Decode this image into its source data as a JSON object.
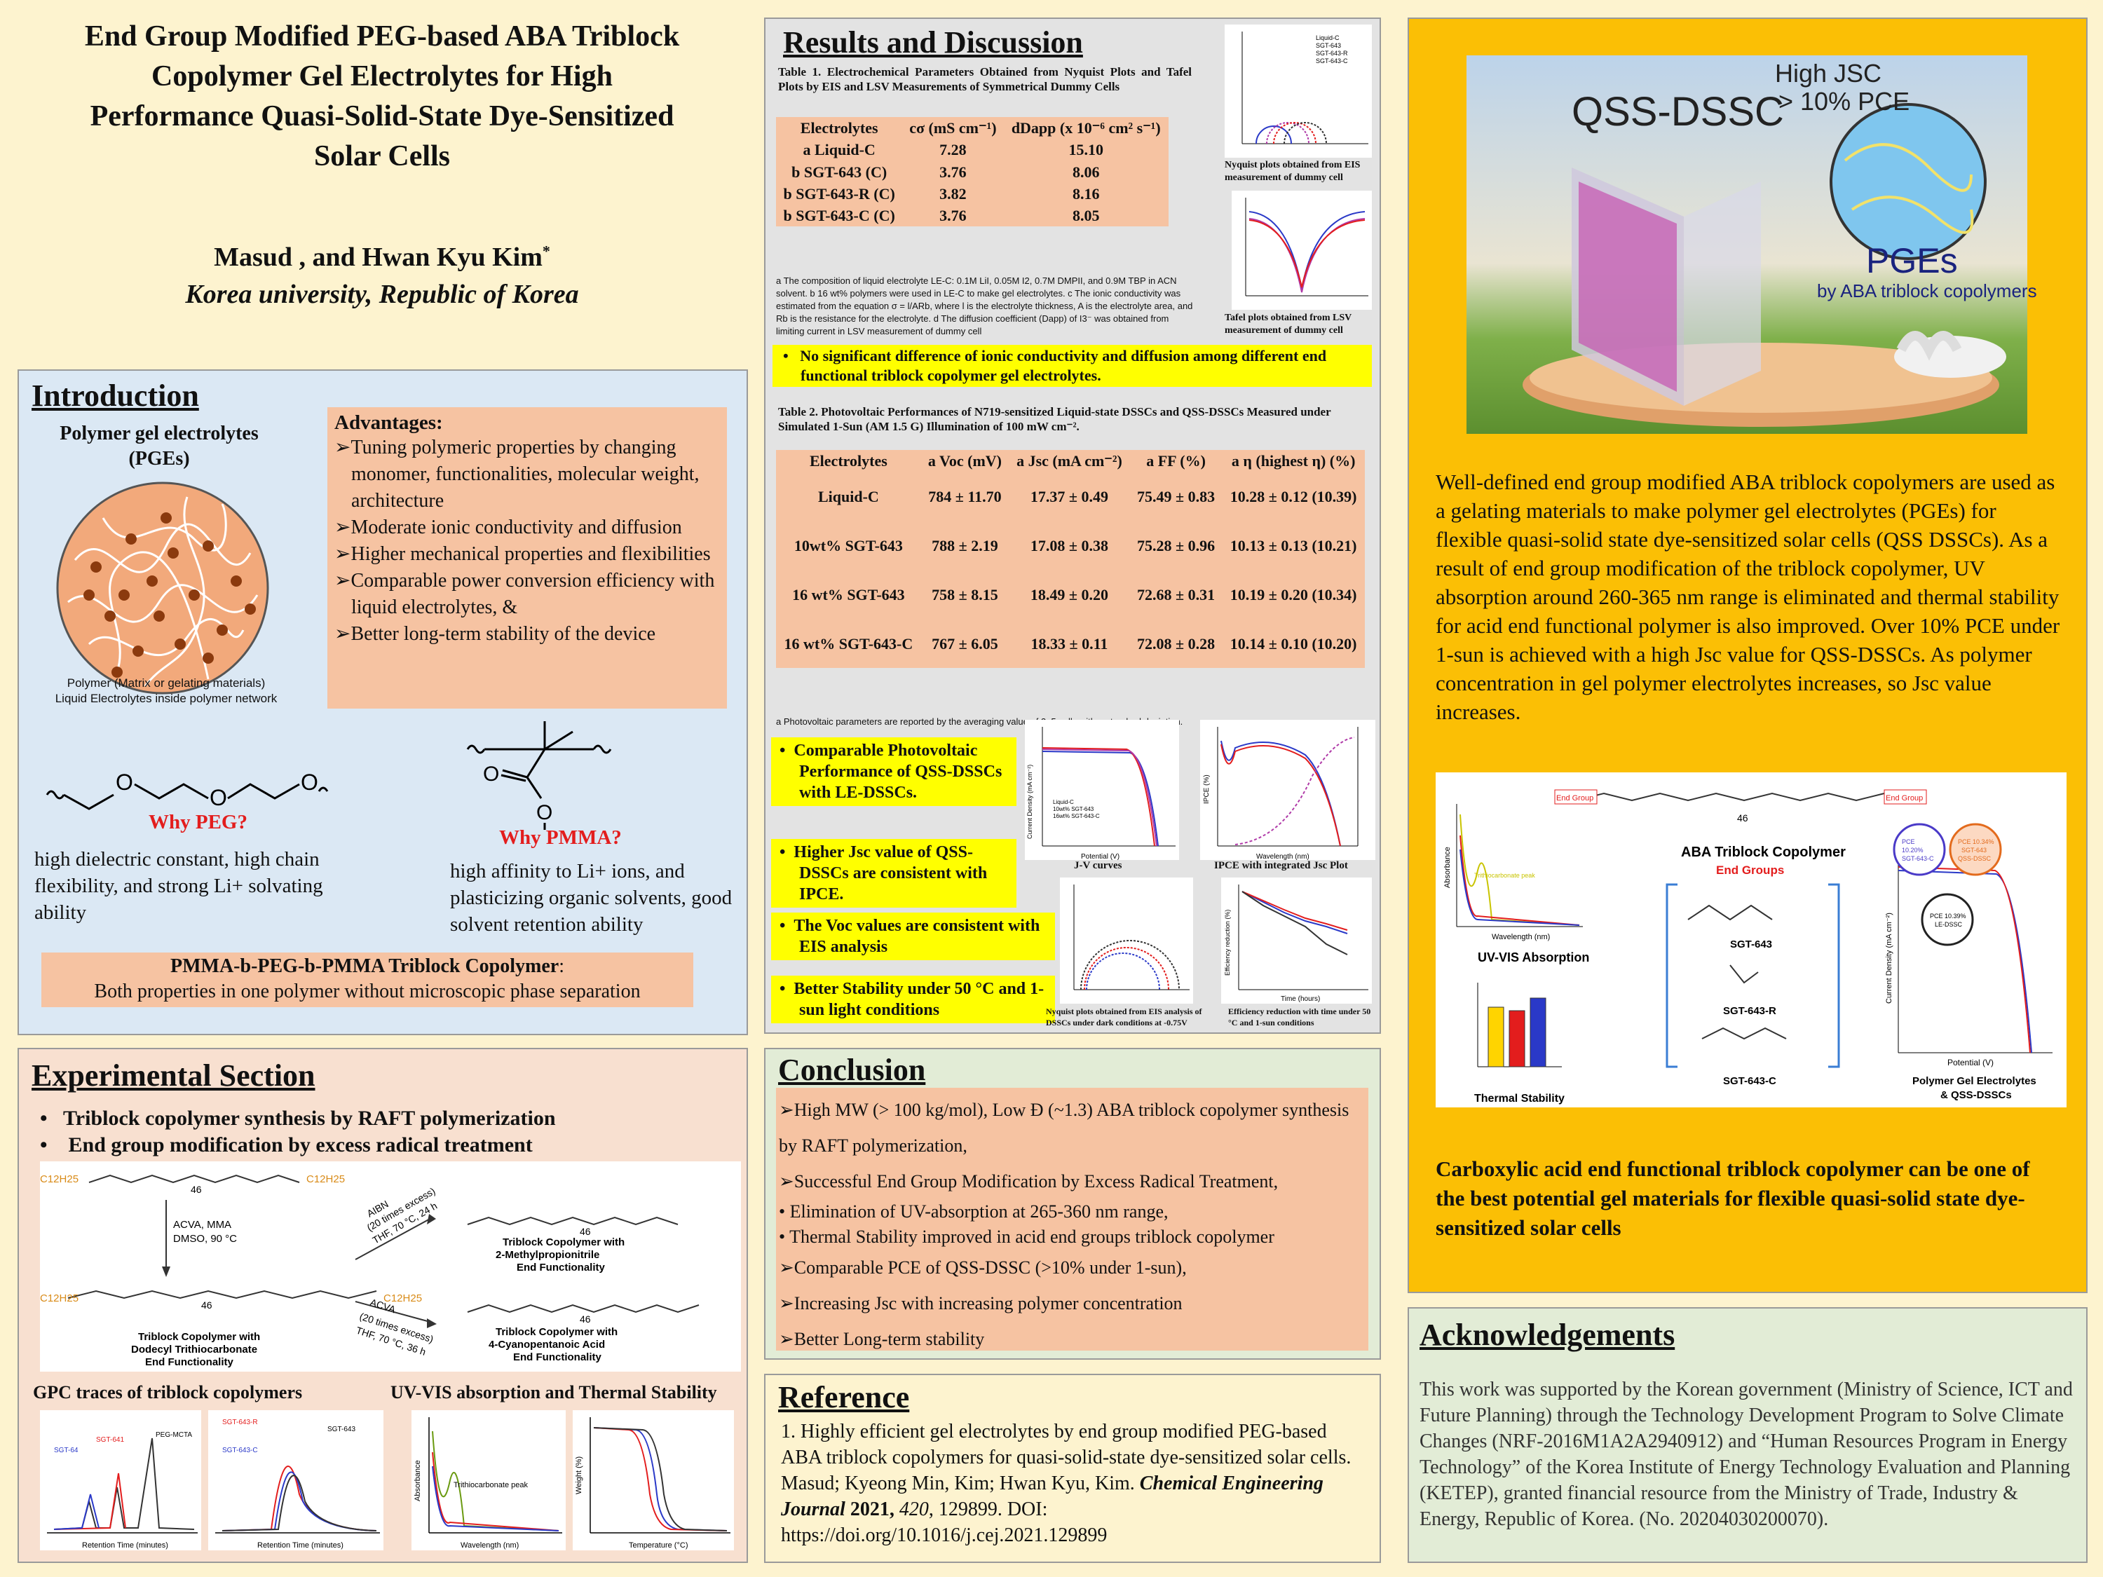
{
  "title": {
    "lines": [
      "End Group Modified PEG-based ABA Triblock",
      "Copolymer Gel Electrolytes for High",
      "Performance Quasi-Solid-State Dye-Sensitized",
      "Solar Cells"
    ],
    "authors": "Masud , and Hwan Kyu Kim",
    "author_mark": "*",
    "affiliation": "Korea university, Republic of Korea"
  },
  "intro": {
    "heading": "Introduction",
    "pge_title": "Polymer gel electrolytes (PGEs)",
    "caption_1": "Polymer (Matrix or gelating materials)",
    "caption_2": "Liquid Electrolytes inside polymer network",
    "advantages_title": "Advantages:",
    "advantages": [
      "Tuning polymeric properties by changing monomer, functionalities, molecular weight, architecture",
      "Moderate ionic conductivity and diffusion",
      "Higher mechanical properties and flexibilities",
      "Comparable power conversion efficiency with liquid electrolytes, &",
      "Better long-term stability of the device"
    ],
    "why_peg": "Why PEG?",
    "peg_text": "high dielectric constant, high chain flexibility, and strong Li+ solvating ability",
    "why_pmma": "Why PMMA?",
    "pmma_text": "high affinity to Li+ ions, and plasticizing organic solvents, good solvent retention ability",
    "copolymer_title": "PMMA-b-PEG-b-PMMA Triblock Copolymer",
    "copolymer_text": "Both properties in one polymer without microscopic phase separation"
  },
  "experimental": {
    "heading": "Experimental Section",
    "bullets": [
      "Triblock copolymer synthesis by RAFT polymerization",
      "End group modification by excess  radical treatment"
    ],
    "scheme_labels": {
      "c12": "C12H25",
      "cond1_a": "ACVA, MMA",
      "cond1_b": "DMSO, 90 °C",
      "cond2_a": "AIBN",
      "cond2_b": "(20 times excess)",
      "cond2_c": "THF, 70 °C, 24 h",
      "cond3_a": "ACVA",
      "cond3_b": "(20 times excess)",
      "cond3_c": "THF, 70 °C, 36 h",
      "p1_a": "Triblock Copolymer with",
      "p1_b": "2-Methylpropionitrile",
      "p1_c": "End Functionality",
      "p2_a": "Triblock Copolymer with",
      "p2_b": "Dodecyl Trithiocarbonate",
      "p2_c": "End Functionality",
      "p3_a": "Triblock Copolymer with",
      "p3_b": "4-Cyanopentanoic Acid",
      "p3_c": "End Functionality",
      "n46": "46"
    },
    "gpc_title": "GPC traces of triblock copolymers",
    "uv_title": "UV-VIS absorption and Thermal Stability",
    "gpc_xlabel": "Retention Time (minutes)",
    "gpc_xlabel2": "Retention Time (minutes)",
    "gpc_labels": [
      "SGT-64",
      "SGT-641",
      "SGT-643-R",
      "SGT-643-C",
      "PEG-MCTA",
      "SGT-643"
    ],
    "uv_xlabel": "Wavelength (nm)",
    "uv_ylabel": "Absorbance",
    "uv_peak": "Trithiocarbonate peak",
    "tga_xlabel": "Temperature (°C)",
    "tga_ylabel": "Weight (%)"
  },
  "results": {
    "heading": "Results and Discussion",
    "table1_caption": "Table 1. Electrochemical Parameters Obtained from Nyquist Plots and Tafel Plots by EIS and LSV Measurements of Symmetrical Dummy Cells",
    "table1_headers": [
      "Electrolytes",
      "cσ (mS cm⁻¹)",
      "dDapp (x 10⁻⁶ cm² s⁻¹)"
    ],
    "table1_rows": [
      [
        "a Liquid-C",
        "7.28",
        "15.10"
      ],
      [
        "b SGT-643 (C)",
        "3.76",
        "8.06"
      ],
      [
        "b SGT-643-R (C)",
        "3.82",
        "8.16"
      ],
      [
        "b SGT-643-C (C)",
        "3.76",
        "8.05"
      ]
    ],
    "table1_footnote": "a The composition of liquid electrolyte LE-C: 0.1M LiI, 0.05M I2, 0.7M DMPII, and 0.9M TBP in ACN solvent. b 16 wt% polymers were used in LE-C to make gel electrolytes. c The ionic conductivity was estimated from the equation σ = l/ARb, where l is the electrolyte thickness, A is the electrolyte area, and Rb is the resistance for the electrolyte. d The diffusion coefficient (Dapp) of I3⁻ was obtained from limiting current in LSV measurement of dummy cell",
    "nyquist_caption": "Nyquist plots obtained from EIS measurement of dummy cell",
    "tafel_caption": "Tafel plots obtained from LSV measurement of dummy cell",
    "nyquist_legend": [
      "Liquid-C",
      "SGT-643",
      "SGT-643-R",
      "SGT-643-C"
    ],
    "highlight1": "No significant difference of ionic conductivity and diffusion among different end functional triblock copolymer gel electrolytes.",
    "table2_caption": "Table 2. Photovoltaic Performances of N719-sensitized Liquid-state DSSCs and QSS-DSSCs Measured under Simulated 1-Sun (AM 1.5 G) Illumination of 100 mW cm⁻².",
    "table2_headers": [
      "Electrolytes",
      "a Voc (mV)",
      "a Jsc (mA cm⁻²)",
      "a FF (%)",
      "a η (highest η) (%)"
    ],
    "table2_rows": [
      [
        "Liquid-C",
        "784 ± 11.70",
        "17.37 ± 0.49",
        "75.49 ± 0.83",
        "10.28 ± 0.12 (10.39)"
      ],
      [
        "10wt% SGT-643",
        "788 ± 2.19",
        "17.08 ± 0.38",
        "75.28 ± 0.96",
        "10.13 ± 0.13 (10.21)"
      ],
      [
        "16 wt% SGT-643",
        "758 ± 8.15",
        "18.49 ± 0.20",
        "72.68 ± 0.31",
        "10.19 ± 0.20 (10.34)"
      ],
      [
        "16 wt% SGT-643-C",
        "767 ± 6.05",
        "18.33 ± 0.11",
        "72.08 ± 0.28",
        "10.14 ± 0.10 (10.20)"
      ]
    ],
    "table2_footnote": "a Photovoltaic parameters are reported by the averaging value of 3–5 cells with a standard deviation.",
    "callouts": [
      "Comparable Photovoltaic Performance of QSS-DSSCs with LE-DSSCs.",
      "Higher Jsc value of QSS-DSSCs are consistent with IPCE.",
      "The Voc values are consistent with EIS analysis",
      "Better Stability under 50 °C and 1-sun light conditions"
    ],
    "jv_caption": "J-V curves",
    "ipce_caption": "IPCE with integrated Jsc Plot",
    "nyq2_caption": "Nyquist plots obtained from EIS analysis of DSSCs under dark conditions at -0.75V",
    "eff_caption": "Efficiency reduction with time under 50 °C and 1-sun conditions",
    "jv_xlabel": "Potential (V)",
    "jv_ylabel": "Current Density (mA cm⁻²)",
    "ipce_xlabel": "Wavelength (nm)",
    "ipce_ylabel": "IPCE (%)",
    "eff_xlabel": "Time (hours)",
    "eff_ylabel": "Efficiency reduction (%)",
    "jv_legend": [
      "Liquid-C",
      "10wt% SGT-643",
      "16wt% SGT-643-C"
    ]
  },
  "conclusion": {
    "heading": "Conclusion",
    "items": [
      "➢High MW (> 100 kg/mol), Low Đ (~1.3) ABA triblock copolymer synthesis by RAFT polymerization,",
      "➢Successful End Group Modification by Excess Radical Treatment,",
      "• Elimination of UV-absorption at 265-360 nm range,",
      "• Thermal Stability improved in acid end groups triblock copolymer",
      "➢Comparable PCE of QSS-DSSC (>10% under 1-sun),",
      "➢Increasing Jsc with increasing polymer concentration",
      "➢Better Long-term stability"
    ]
  },
  "reference": {
    "heading": "Reference",
    "text_1": "1. Highly efficient gel electrolytes by end group modified PEG-based ABA triblock copolymers for quasi-solid-state dye-sensitized solar cells. Masud; Kyeong Min, Kim; Hwan Kyu, Kim.",
    "journal": "Chemical Engineering Journal",
    "year": "2021,",
    "volume": "420",
    "text_2": ", 129899. DOI: https://doi.org/10.1016/j.cej.2021.129899"
  },
  "summary": {
    "graphic": {
      "qss": "QSS-DSSC",
      "high_jsc": "High JSC",
      "pce": "> 10% PCE",
      "pges": "PGEs",
      "by_aba": "by ABA triblock copolymers"
    },
    "text": "Well-defined end group modified ABA triblock copolymers are used as a gelating materials to make polymer gel electrolytes (PGEs) for flexible quasi-solid state dye-sensitized solar cells (QSS DSSCs). As a result of end group modification of the triblock copolymer, UV absorption around 260-365 nm range is eliminated and thermal stability for acid end functional polymer is also improved. Over 10% PCE under 1-sun is achieved with a high Jsc value for QSS-DSSCs. As polymer concentration in gel polymer electrolytes increases, so Jsc value increases.",
    "toc": {
      "aba_title": "ABA Triblock Copolymer",
      "end_groups": "End Groups",
      "end_group_tag": "End Group",
      "uv_title": "UV-VIS Absorption",
      "thermal": "Thermal Stability",
      "sgt643": "SGT-643",
      "sgt643r": "SGT-643-R",
      "sgt643c": "SGT-643-C",
      "pge_title": "Polymer Gel Electrolytes & QSS-DSSCs",
      "pce1": "PCE 10.20% SGT-643-C QSS-DSSC",
      "pce2": "PCE 10.34% SGT-643 QSS-DSSC",
      "pce3": "PCE 10.39% LE-DSSC",
      "absorbance": "Absorbance",
      "wavelength": "Wavelength (nm)",
      "potential": "Potential (V)",
      "current": "Current Density (mA cm⁻²)",
      "tri_peak": "Trithiocarbonate peak",
      "n46": "46"
    },
    "conclusion_bold": "Carboxylic acid end functional triblock copolymer can be one of the best potential gel materials for flexible quasi-solid state dye-sensitized solar cells"
  },
  "ack": {
    "heading": "Acknowledgements",
    "text": "This work was supported by the Korean government (Ministry of Science, ICT and Future Planning) through the Technology Development Program to Solve Climate Changes (NRF-2016M1A2A2940912) and “Human Resources Program in Energy Technology” of the Korea Institute of Energy Technology Evaluation and Planning (KETEP), granted financial resource from the Ministry of Trade, Industry & Energy, Republic of Korea. (No. 20204030200070)."
  },
  "colors": {
    "background": "#fdf3cf",
    "intro_bg": "#dbe8f4",
    "experimental_bg": "#f8e0d0",
    "results_bg": "#e3e3e3",
    "conclusion_bg": "#e2ecd6",
    "summary_bg": "#fbbf05",
    "ack_bg": "#e2ecd6",
    "highlight": "#ffff00",
    "salmon": "#f6c3a2"
  }
}
